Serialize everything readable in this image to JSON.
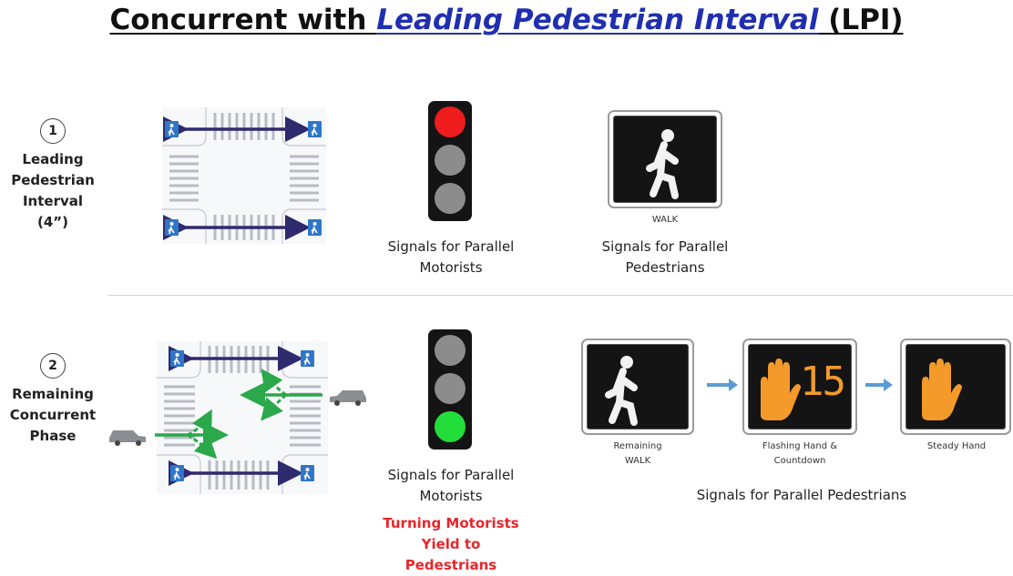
{
  "title": {
    "prefix": "Concurrent with ",
    "emphasis": "Leading Pedestrian Interval",
    "suffix": " (LPI)"
  },
  "phase1": {
    "number": "1",
    "label_lines": [
      "Leading",
      "Pedestrian",
      "Interval",
      "(4”)"
    ],
    "vehicle_signal": {
      "active": "red",
      "caption_lines": [
        "Signals for Parallel",
        "Motorists"
      ]
    },
    "ped_signal": {
      "label": "WALK",
      "caption_lines": [
        "Signals for Parallel",
        "Pedestrians"
      ]
    }
  },
  "phase2": {
    "number": "2",
    "label_lines": [
      "Remaining",
      "Concurrent",
      "Phase"
    ],
    "vehicle_signal": {
      "active": "green",
      "caption_lines": [
        "Signals for Parallel",
        "Motorists"
      ]
    },
    "warning_lines": [
      "Turning Motorists",
      "Yield to",
      "Pedestrians"
    ],
    "ped_signals": [
      {
        "label_lines": [
          "Remaining",
          "WALK"
        ],
        "icon": "walking-person-icon"
      },
      {
        "label_lines": [
          "Flashing Hand &",
          "Countdown"
        ],
        "icon": "hand-icon",
        "countdown": "15"
      },
      {
        "label_lines": [
          "Steady Hand"
        ],
        "icon": "hand-icon"
      }
    ],
    "ped_caption": "Signals for Parallel Pedestrians"
  },
  "colors": {
    "red_lamp": "#ee1c1c",
    "green_lamp": "#22dd3a",
    "dark_lamp": "#8c8c8c",
    "ped_arrow": "#2e2a6e",
    "turn_arrow": "#2aa84a",
    "hand": "#f39a2a",
    "title_link": "#1f2fb0",
    "warning": "#e8262b"
  }
}
